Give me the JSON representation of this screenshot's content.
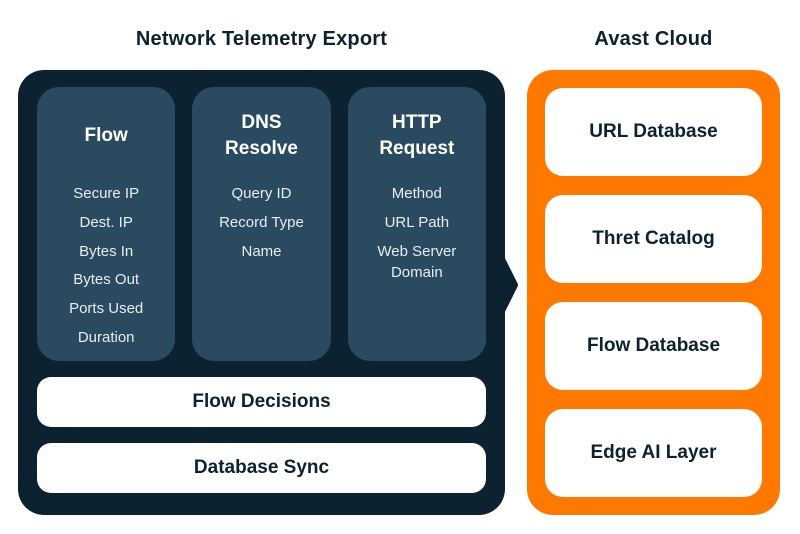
{
  "left_panel": {
    "title": "Network Telemetry Export",
    "columns": [
      {
        "heading": "Flow",
        "items": [
          "Secure IP",
          "Dest. IP",
          "Bytes In",
          "Bytes Out",
          "Ports Used",
          "Duration"
        ]
      },
      {
        "heading": "DNS Resolve",
        "items": [
          "Query ID",
          "Record Type",
          "Name"
        ]
      },
      {
        "heading": "HTTP Request",
        "items": [
          "Method",
          "URL Path",
          "Web Server Domain"
        ]
      }
    ],
    "bars": [
      "Flow Decisions",
      "Database Sync"
    ]
  },
  "right_panel": {
    "title": "Avast Cloud",
    "cards": [
      "URL Database",
      "Thret Catalog",
      "Flow Database",
      "Edge AI Layer"
    ]
  },
  "colors": {
    "background": "#ffffff",
    "dark_panel": "#0d2231",
    "column": "#2a4a5f",
    "orange_panel": "#ff7800",
    "card_background": "#ffffff",
    "heading_text": "#ffffff",
    "item_text": "#e8edf1",
    "dark_text": "#0d2231"
  }
}
